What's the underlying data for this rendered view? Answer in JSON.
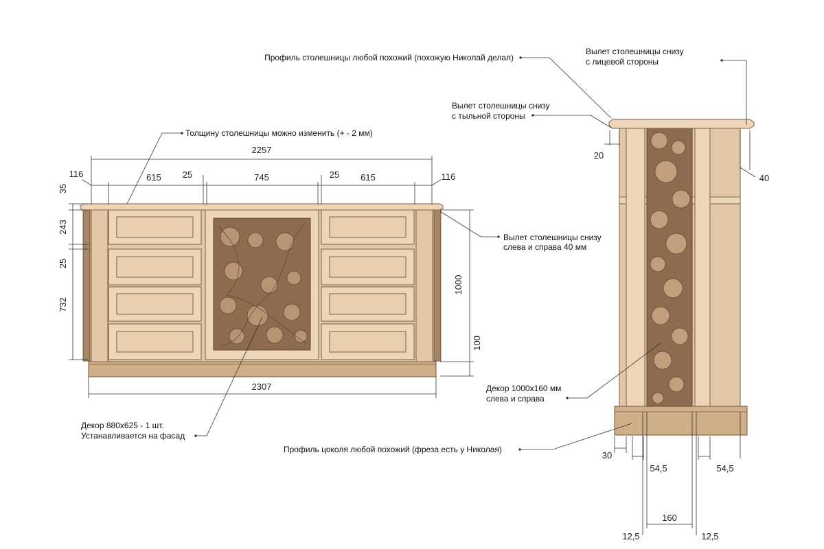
{
  "front_view": {
    "dims": {
      "overall_top": "2257",
      "side_left": "116",
      "side_right": "116",
      "drawer_left": "615",
      "gap_left": "25",
      "center": "745",
      "gap_right": "25",
      "drawer_right": "615",
      "top_thickness": "35",
      "top_drawer": "243",
      "drawer_gap": "25",
      "lower_drawers": "732",
      "total_height": "1000",
      "plinth": "100",
      "overall_bottom": "2307"
    },
    "notes": {
      "top_thickness": "Толщину столешницы можно изменить (+ - 2 мм)",
      "overhang_sides_1": "Вылет столешницы снизу",
      "overhang_sides_2": "слева и справа 40 мм",
      "decor_1": "Декор 880х625 - 1 шт.",
      "decor_2": "Устанавливается на фасад"
    }
  },
  "side_view": {
    "dims": {
      "back_overhang": "20",
      "front_overhang": "40",
      "plinth_offset": "30",
      "left_54": "54,5",
      "right_54": "54,5",
      "decor_width": "160",
      "left_12": "12,5",
      "right_12": "12,5"
    },
    "notes": {
      "top_profile": "Профиль столешницы любой похожий (похожую Николай делал)",
      "front_overhang_1": "Вылет столешницы снизу",
      "front_overhang_2": "с лицевой стороны",
      "back_overhang_1": "Вылет столешницы снизу",
      "back_overhang_2": "с тыльной стороны",
      "decor_1": "Декор 1000х160 мм",
      "decor_2": "слева и справа",
      "plinth_profile": "Профиль цоколя любой похожий (фреза есть у Николая)"
    }
  }
}
